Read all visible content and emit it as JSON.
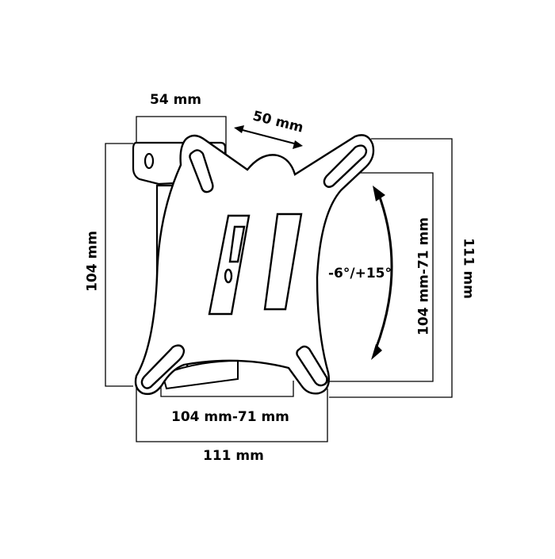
{
  "labels": {
    "top_width": "54 mm",
    "top_offset": "50 mm",
    "left_height": "104 mm",
    "right_inner_height": "104 mm-71 mm",
    "right_outer_height": "111 mm",
    "bottom_inner_width": "104 mm-71 mm",
    "bottom_outer_width": "111 mm",
    "tilt_angle": "-6°/+15°"
  },
  "colors": {
    "line": "#000000",
    "fill": "#ffffff"
  },
  "icons": {
    "tilt": "double-arrow-arc-icon"
  }
}
